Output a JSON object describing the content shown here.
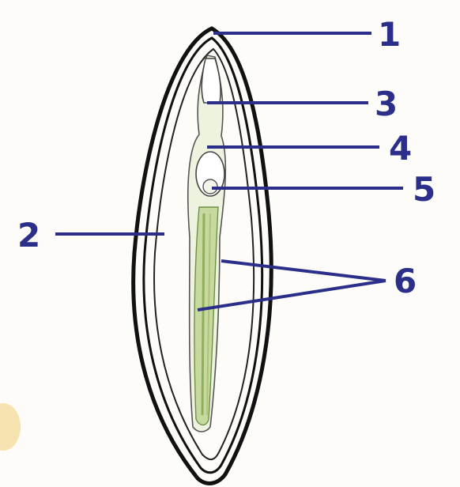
{
  "diagram": {
    "labels": [
      {
        "id": "1",
        "text": "1"
      },
      {
        "id": "2",
        "text": "2"
      },
      {
        "id": "3",
        "text": "3"
      },
      {
        "id": "4",
        "text": "4"
      },
      {
        "id": "5",
        "text": "5"
      },
      {
        "id": "6",
        "text": "6"
      }
    ],
    "colors": {
      "leader": "#2b2f8a",
      "outline": "#111111",
      "embryo_fill": "#c8d9a0",
      "embryo_stripe": "#8fb05a",
      "inner_fill": "#e9efda",
      "corner_blob": "#f2d590"
    }
  }
}
